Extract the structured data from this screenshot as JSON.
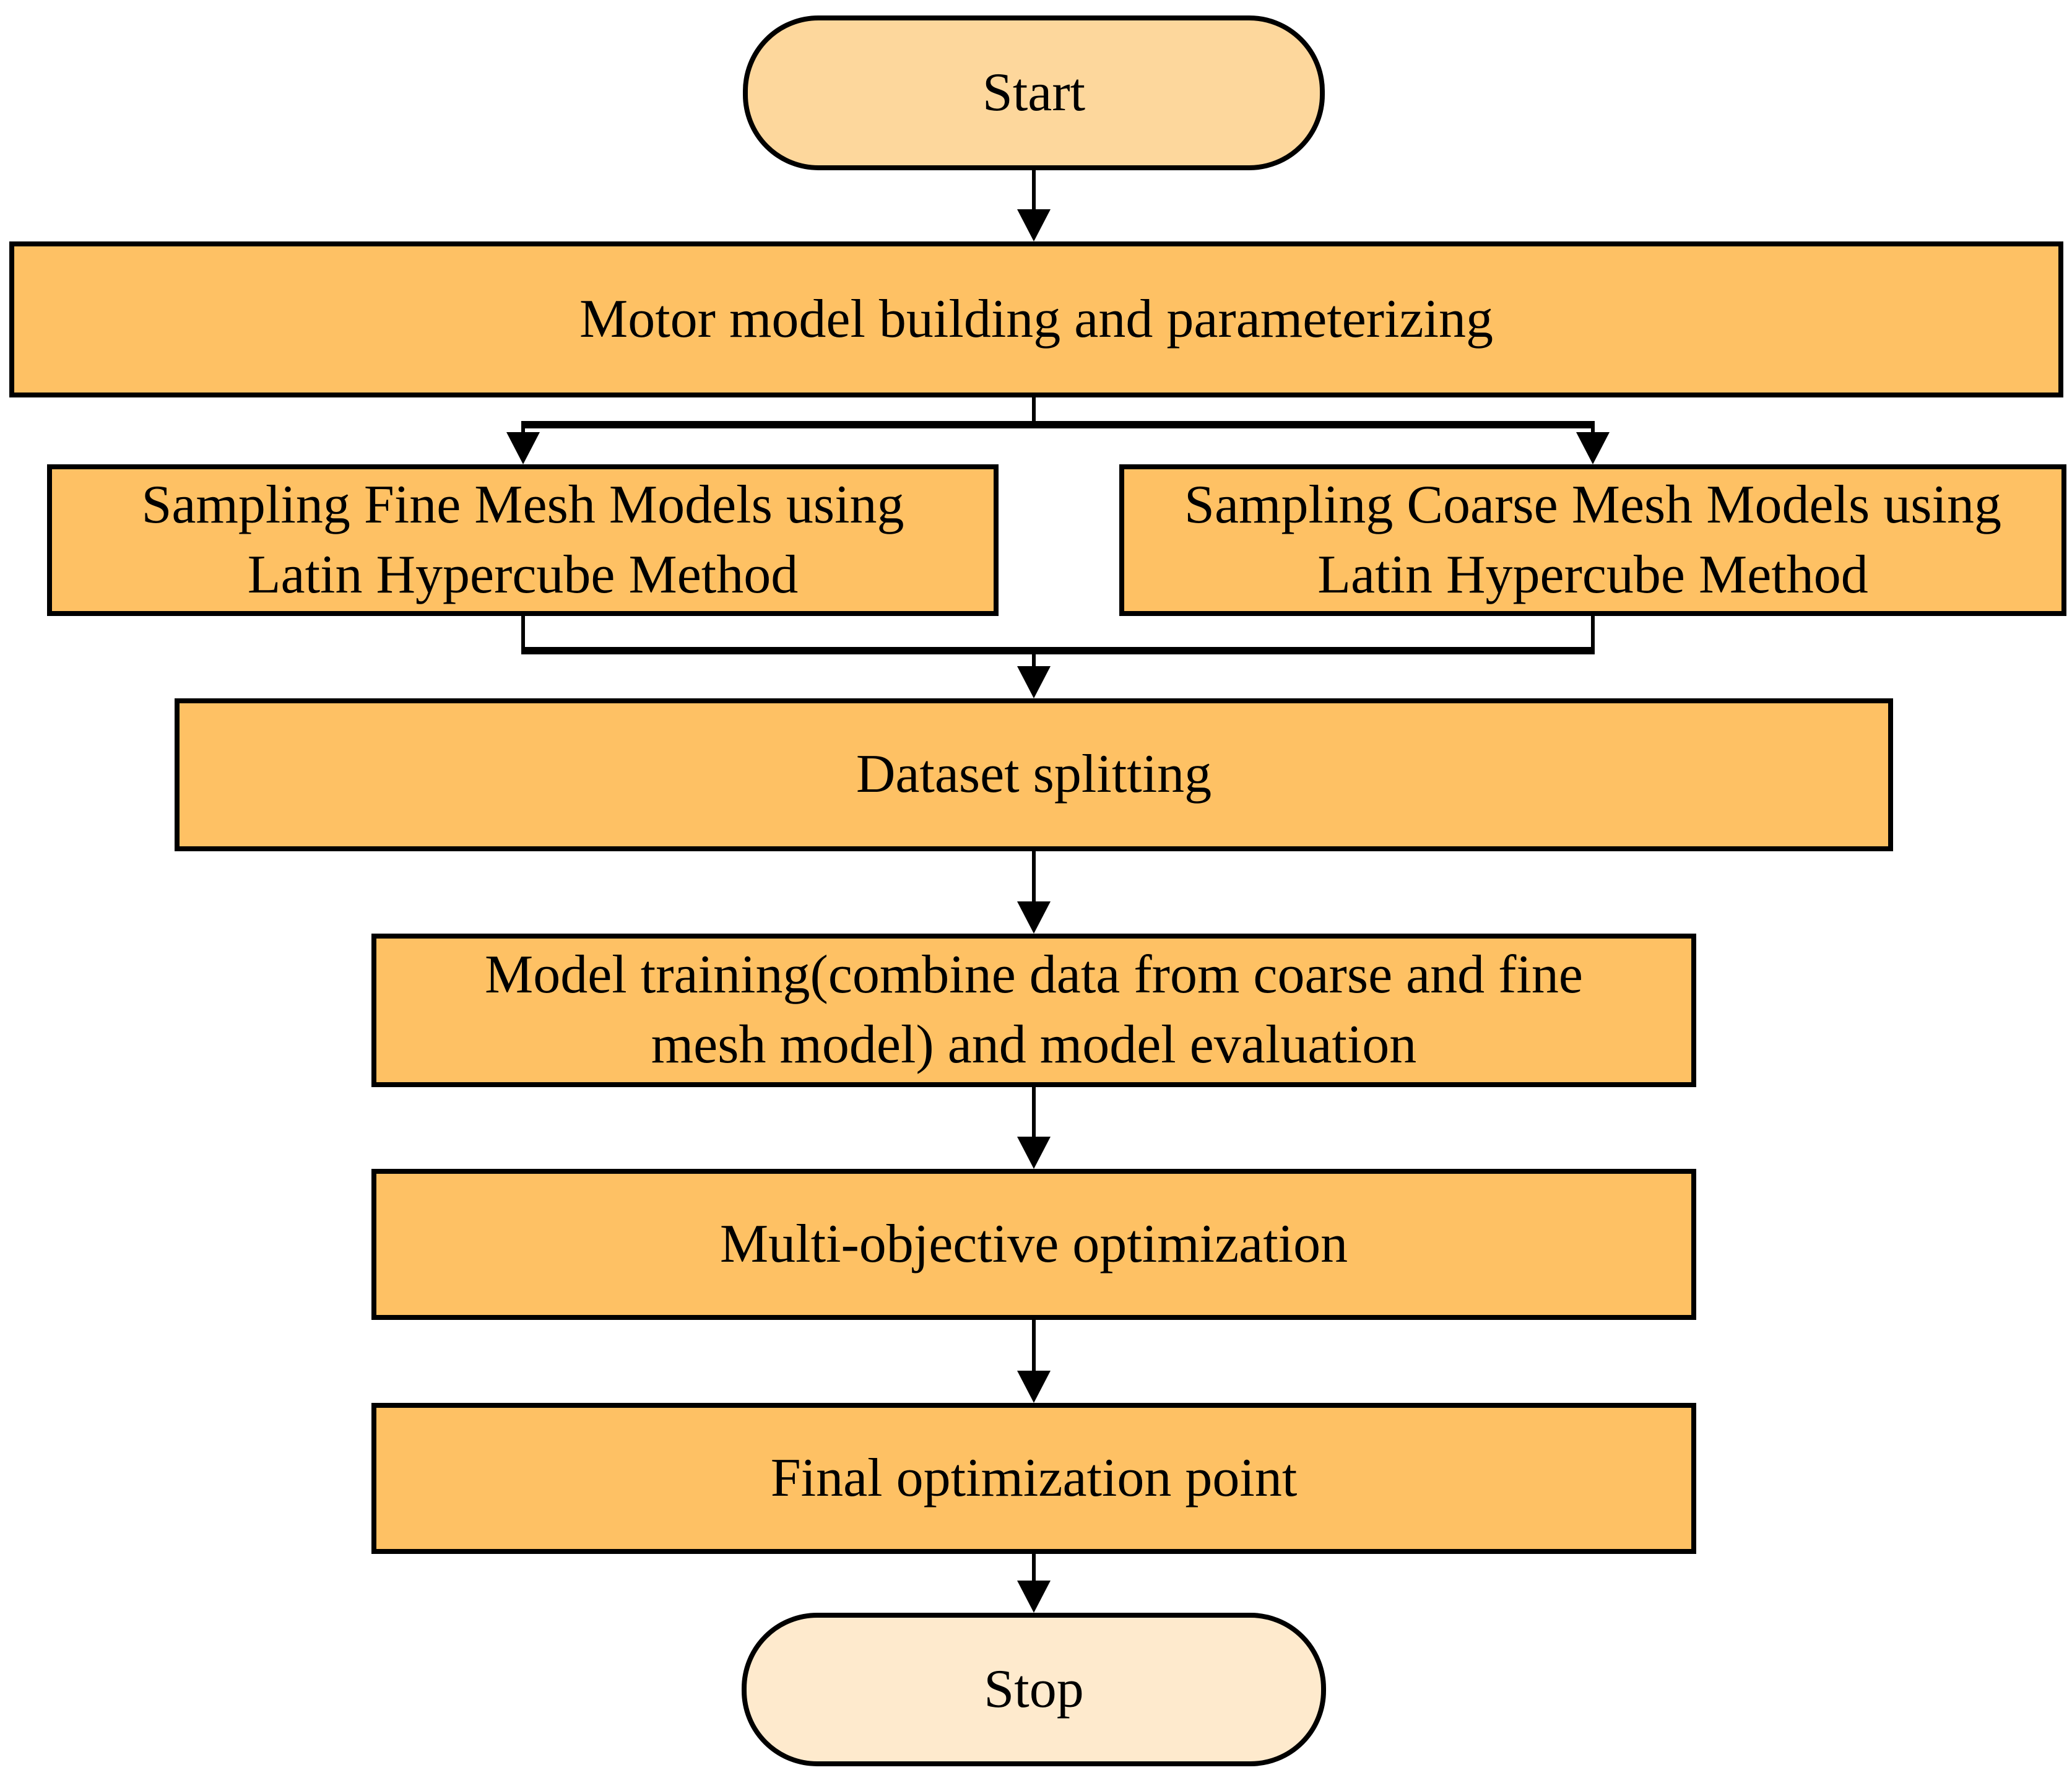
{
  "figure": {
    "type": "flowchart",
    "background": "#ffffff"
  },
  "colors": {
    "process_fill": "#fec164",
    "start_fill": "#fdd79c",
    "stop_fill": "#feeacd",
    "stroke": "#000000",
    "text": "#000000"
  },
  "nodes": {
    "start": {
      "shape": "terminator",
      "label": "Start"
    },
    "motor": {
      "shape": "process",
      "label": "Motor model building and parameterizing"
    },
    "sampling_fine": {
      "shape": "process",
      "line1": "Sampling Fine Mesh Models using",
      "line2": "Latin Hypercube Method"
    },
    "sampling_coarse": {
      "shape": "process",
      "line1": "Sampling Coarse Mesh Models using",
      "line2": "Latin Hypercube Method"
    },
    "dataset": {
      "shape": "process",
      "label": "Dataset splitting"
    },
    "training": {
      "shape": "process",
      "line1": "Model training(combine data from coarse and fine",
      "line2": "mesh model) and model evaluation"
    },
    "multi_objective": {
      "shape": "process",
      "label": "Multi-objective optimization"
    },
    "final_point": {
      "shape": "process",
      "label": "Final optimization point"
    },
    "stop": {
      "shape": "terminator",
      "label": "Stop"
    }
  },
  "edges": [
    {
      "from": "start",
      "to": "motor"
    },
    {
      "from": "motor",
      "to": "sampling_fine"
    },
    {
      "from": "motor",
      "to": "sampling_coarse"
    },
    {
      "from": "sampling_fine",
      "to": "dataset"
    },
    {
      "from": "sampling_coarse",
      "to": "dataset"
    },
    {
      "from": "dataset",
      "to": "training"
    },
    {
      "from": "training",
      "to": "multi_objective"
    },
    {
      "from": "multi_objective",
      "to": "final_point"
    },
    {
      "from": "final_point",
      "to": "stop"
    }
  ]
}
